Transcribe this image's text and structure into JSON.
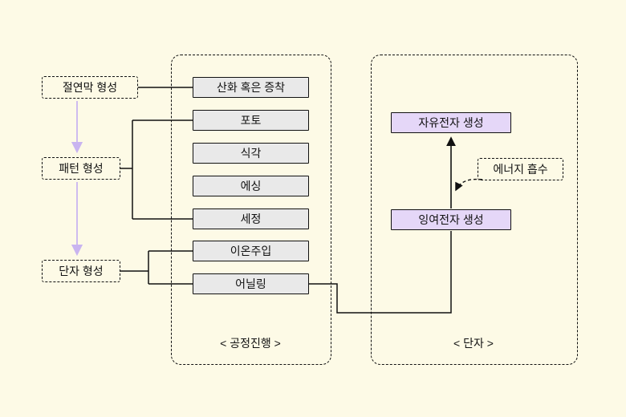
{
  "diagram": {
    "left_flow": {
      "items": [
        {
          "label": "절연막 형성"
        },
        {
          "label": "패턴 형성"
        },
        {
          "label": "단자 형성"
        }
      ]
    },
    "process_group": {
      "caption": "< 공정진행 >",
      "steps": [
        {
          "label": "산화 혹은 증착"
        },
        {
          "label": "포토"
        },
        {
          "label": "식각"
        },
        {
          "label": "에싱"
        },
        {
          "label": "세정"
        },
        {
          "label": "이온주입"
        },
        {
          "label": "어닐링"
        }
      ]
    },
    "terminal_group": {
      "caption": "< 단자 >",
      "free_electron_label": "자유전자 생성",
      "surplus_electron_label": "잉여전자 생성",
      "energy_label": "에너지 흡수"
    },
    "colors": {
      "background": "#fdfae6",
      "step_fill": "#e9e9e9",
      "highlight_fill": "#e5d7f8",
      "purple_arrow": "#c9b4f0",
      "line": "#111111"
    }
  }
}
